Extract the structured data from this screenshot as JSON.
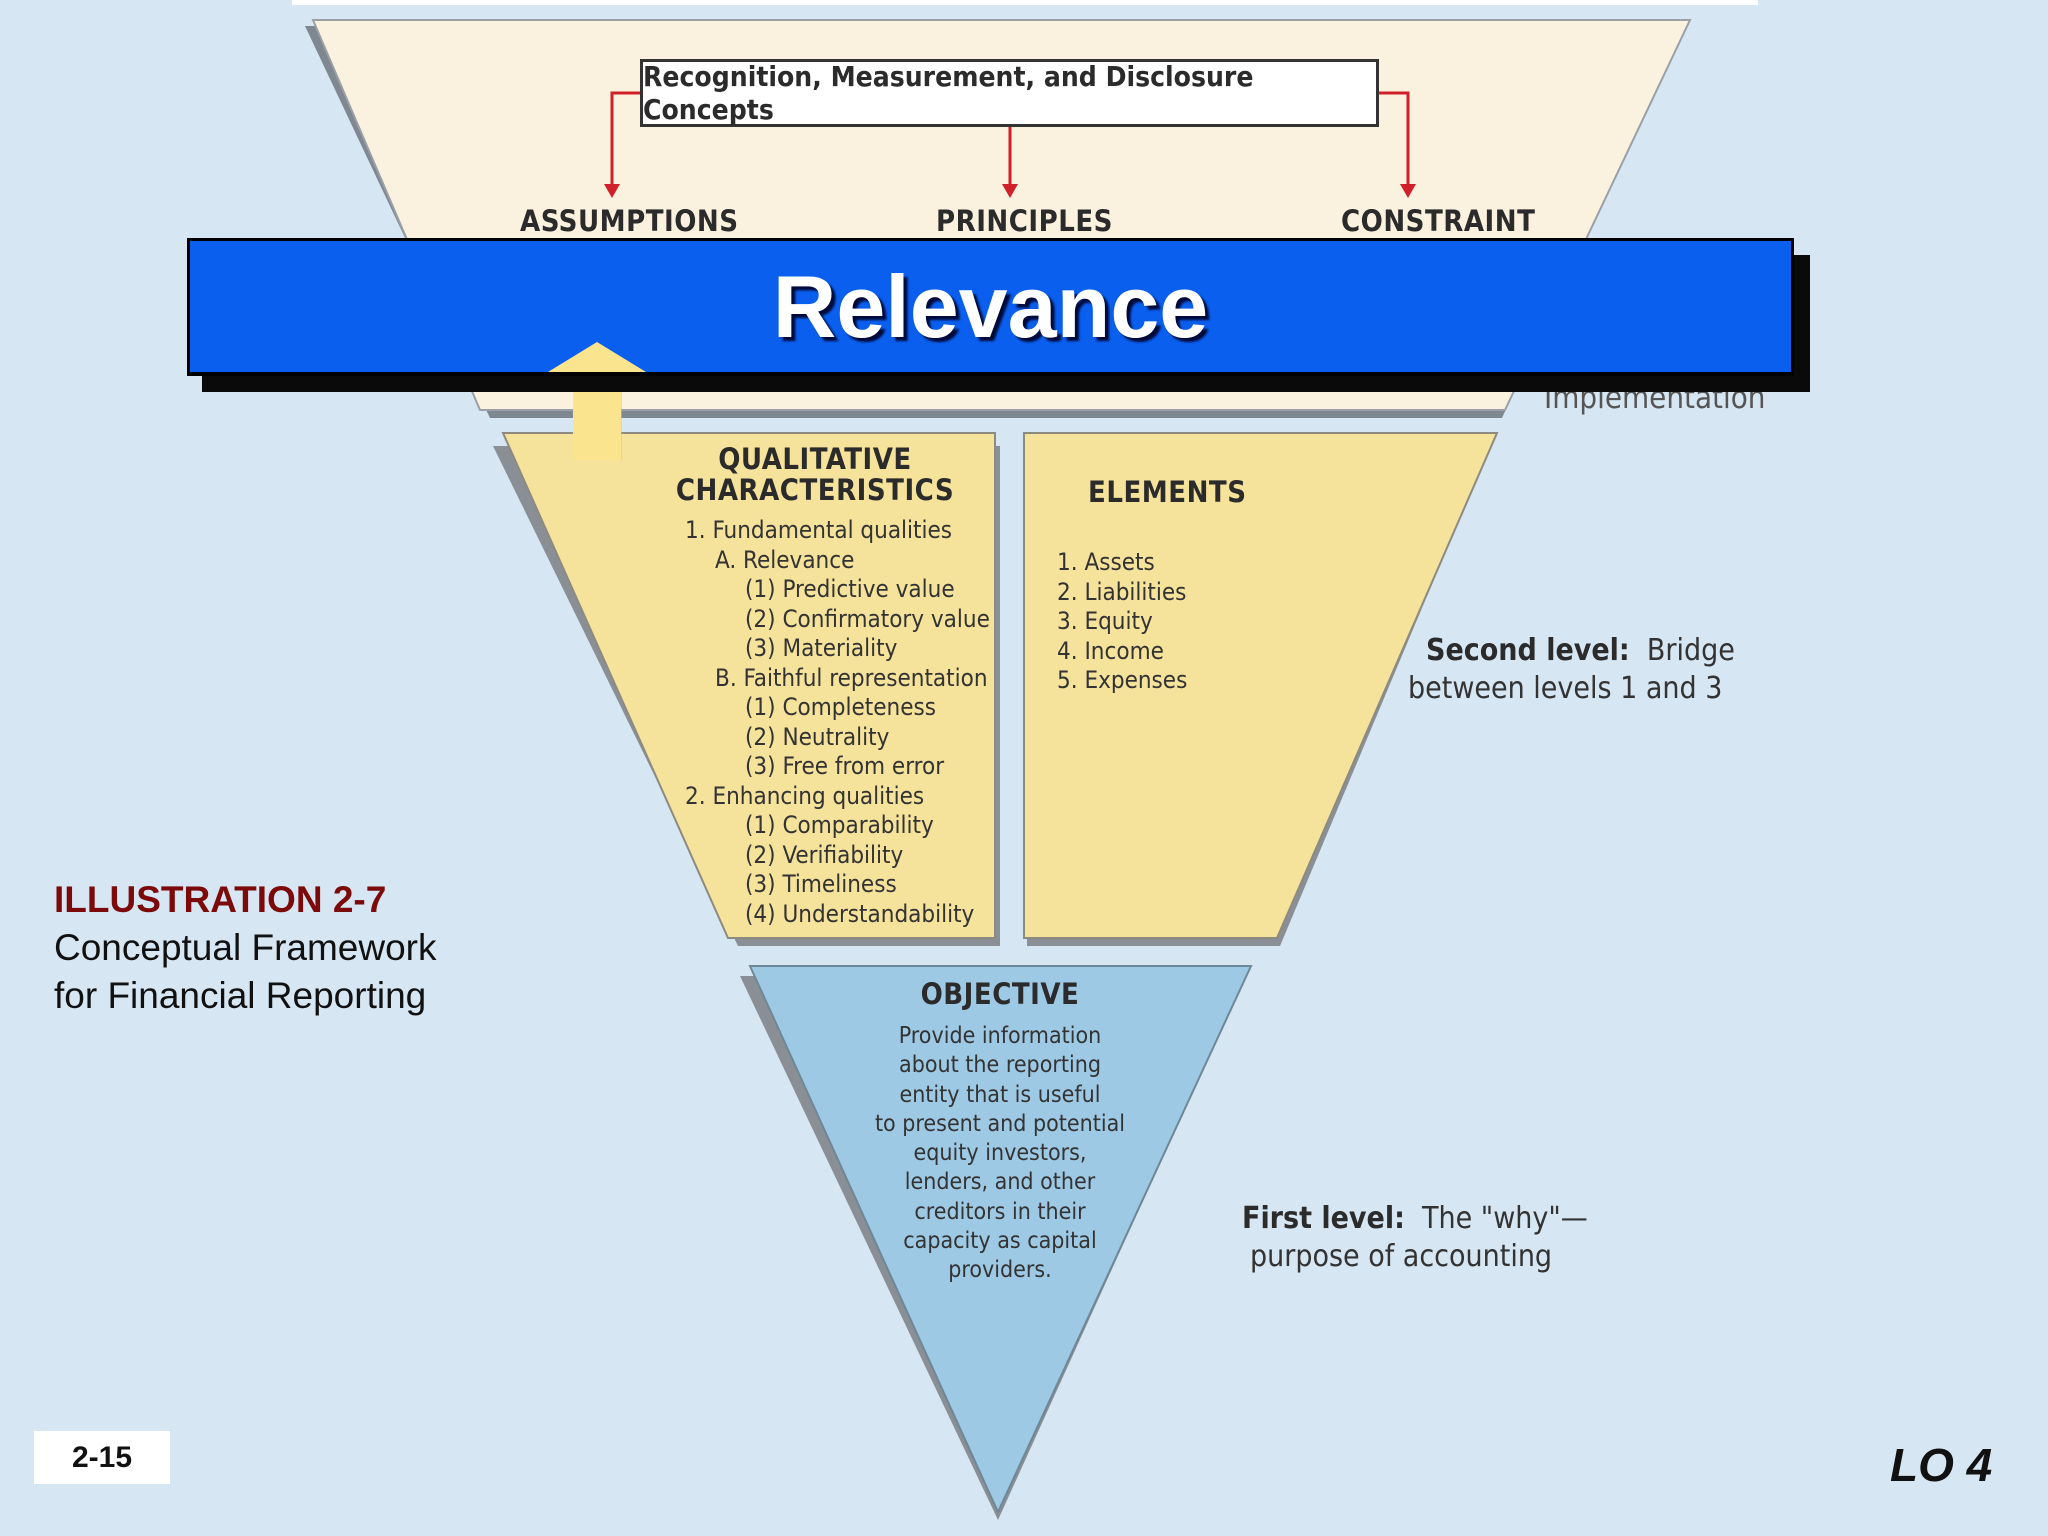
{
  "banner": {
    "title": "Relevance"
  },
  "third_level": {
    "box_title": "Recognition, Measurement, and Disclosure Concepts",
    "assumptions": "ASSUMPTIONS",
    "principles": "PRINCIPLES",
    "constraint": "CONSTRAINT",
    "partial_label": "Implementation"
  },
  "qualitative": {
    "title_line1": "QUALITATIVE",
    "title_line2": "CHARACTERISTICS",
    "items": [
      "1. Fundamental qualities",
      "A. Relevance",
      "(1) Predictive value",
      "(2) Confirmatory value",
      "(3) Materiality",
      "B. Faithful representation",
      "(1) Completeness",
      "(2) Neutrality",
      "(3) Free from error",
      "2. Enhancing qualities",
      "(1) Comparability",
      "(2) Verifiability",
      "(3) Timeliness",
      "(4) Understandability"
    ]
  },
  "elements": {
    "title": "ELEMENTS",
    "items": [
      "1. Assets",
      "2. Liabilities",
      "3. Equity",
      "4. Income",
      "5. Expenses"
    ]
  },
  "objective": {
    "title": "OBJECTIVE",
    "lines": [
      "Provide information",
      "about the reporting",
      "entity that is useful",
      "to present and potential",
      "equity investors,",
      "lenders, and other",
      "creditors in their",
      "capacity as capital",
      "providers."
    ]
  },
  "second_level": {
    "label": "Second level:",
    "text_a": "Bridge",
    "text_b": "between levels 1 and 3"
  },
  "first_level": {
    "label": "First level:",
    "text_a": "The \"why\"—",
    "text_b": "purpose of accounting"
  },
  "illustration": {
    "number": "ILLUSTRATION 2-7",
    "line1": "Conceptual Framework",
    "line2": "for Financial Reporting"
  },
  "footer": {
    "slide_number": "2-15",
    "lo": "LO 4"
  },
  "colors": {
    "background": "#d6e6f3",
    "top_trapezoid": "#fbf1df",
    "middle_trapezoid": "#f5e29b",
    "objective_triangle": "#9ec9e4",
    "banner": "#0a5fef",
    "arrow_red": "#d0202a",
    "up_arrow": "#fbe48e",
    "illustration_number": "#7c0a0a"
  }
}
